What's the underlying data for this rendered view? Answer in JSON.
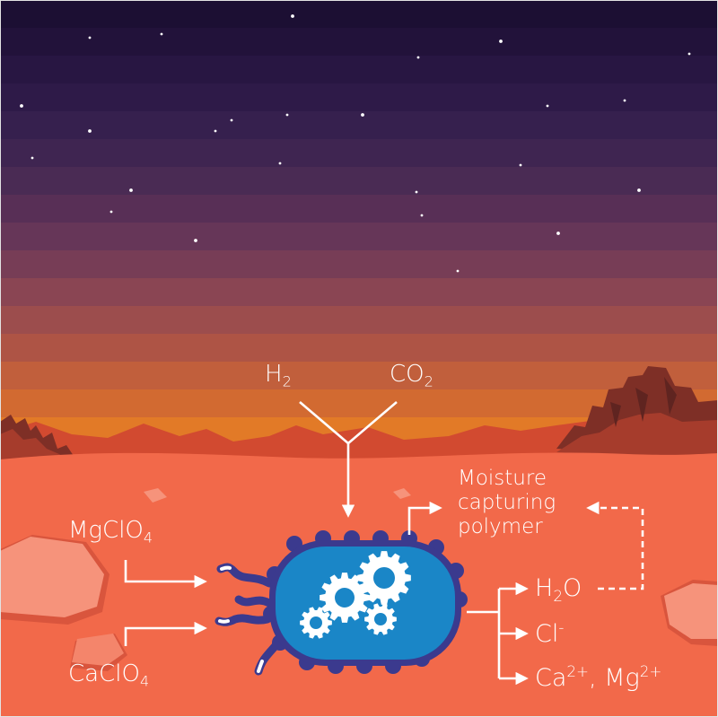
{
  "inputs": {
    "h2": {
      "base": "H",
      "sub": "2"
    },
    "co2": {
      "base": "CO",
      "sub": "2"
    },
    "mgclo4": {
      "base": "MgClO",
      "sub": "4"
    },
    "caclo4": {
      "base": "CaClO",
      "sub": "4"
    }
  },
  "outputs": {
    "polymer": [
      "Moisture",
      "capturing",
      "polymer"
    ],
    "h2o": {
      "base": "H",
      "sub": "2",
      "rest": "O"
    },
    "cl": {
      "base": "Cl",
      "sup": "-"
    },
    "cations": {
      "ca": "Ca",
      "ca_sup": "2+",
      "sep": ", ",
      "mg": "Mg",
      "mg_sup": "2+"
    }
  },
  "colors": {
    "sky_bands": [
      "#1c0f33",
      "#22123a",
      "#281642",
      "#2e1a48",
      "#36204e",
      "#3f2551",
      "#4a2b54",
      "#582f56",
      "#663658",
      "#773d56",
      "#8a4553",
      "#9c4d4d",
      "#ae5445",
      "#c15f3c",
      "#d26a31",
      "#e27a27",
      "#ee8a1f",
      "#f69a19",
      "#f9a316"
    ],
    "ground": "#f2694a",
    "ground_far": "#ea5f40",
    "mountain": "#c4442c",
    "mesa_dark": "#7e2f26",
    "mesa_mid": "#a63c2c",
    "rock": "#f6937b",
    "rock_shadow": "#d9553d",
    "microbe_body": "#1a86c7",
    "microbe_outline": "#3b3a8e",
    "flagella": "#3b3a8e",
    "text_arrow": "#ffffff"
  },
  "icons": [
    "gear-icon",
    "star-icon",
    "arrow-icon",
    "flagellum-icon"
  ]
}
